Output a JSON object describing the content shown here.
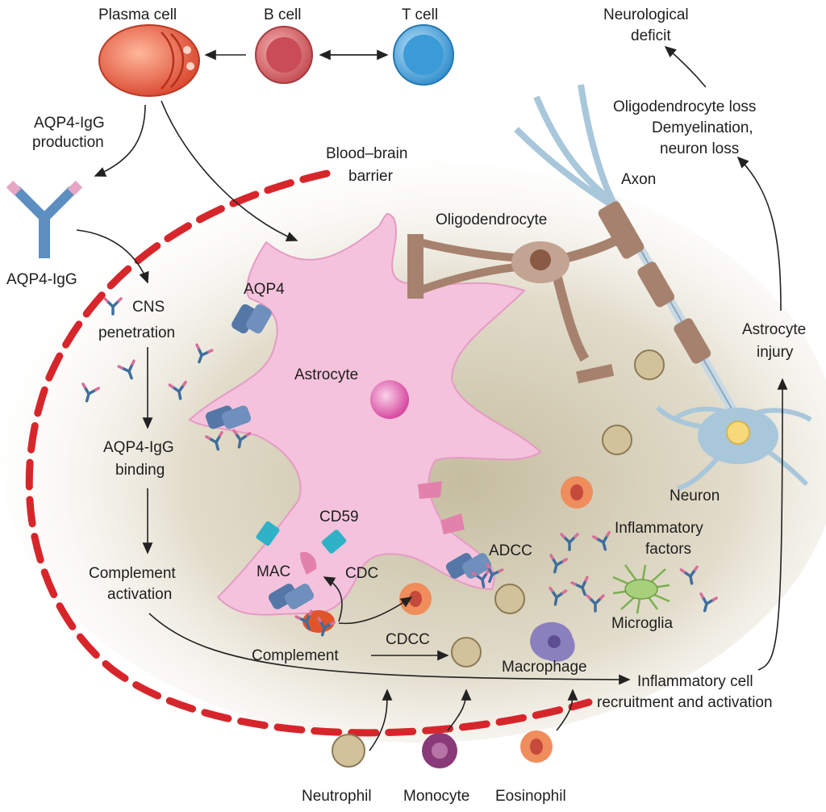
{
  "labels": {
    "plasma_cell": "Plasma cell",
    "b_cell": "B cell",
    "t_cell": "T cell",
    "aqp4_igg_production_1": "AQP4-IgG",
    "aqp4_igg_production_2": "production",
    "aqp4_igg": "AQP4-IgG",
    "cns_penetration_1": "CNS",
    "cns_penetration_2": "penetration",
    "aqp4_igg_binding_1": "AQP4-IgG",
    "aqp4_igg_binding_2": "binding",
    "complement_activation_1": "Complement",
    "complement_activation_2": "activation",
    "blood_brain_barrier_1": "Blood–brain",
    "blood_brain_barrier_2": "barrier",
    "aqp4": "AQP4",
    "astrocyte": "Astrocyte",
    "oligodendrocyte": "Oligodendrocyte",
    "axon": "Axon",
    "neuron": "Neuron",
    "cd59": "CD59",
    "mac": "MAC",
    "cdc": "CDC",
    "adcc": "ADCC",
    "complement": "Complement",
    "cdcc": "CDCC",
    "macrophage": "Macrophage",
    "inflammatory_factors_1": "Inflammatory",
    "inflammatory_factors_2": "factors",
    "microglia": "Microglia",
    "recruitment_1": "Inflammatory cell",
    "recruitment_2": "recruitment and activation",
    "neutrophil": "Neutrophil",
    "monocyte": "Monocyte",
    "eosinophil": "Eosinophil",
    "astrocyte_injury_1": "Astrocyte",
    "astrocyte_injury_2": "injury",
    "loss_1": "Oligodendrocyte loss",
    "loss_2": "Demyelination,",
    "loss_3": "neuron loss",
    "deficit_1": "Neurological",
    "deficit_2": "deficit"
  },
  "colors": {
    "barrier": "#d7262b",
    "astrocyte": "#f4bfd9",
    "oligodendrocyte": "#b08a78",
    "neuron": "#a9c7db",
    "aqp4_channel": "#5577a8",
    "antibody": "#3f6e9c",
    "antibody_tip": "#d76f9a"
  },
  "icons": [
    "plasma-cell-icon",
    "b-cell-icon",
    "t-cell-icon",
    "antibody-icon",
    "aqp4-channel-icon",
    "neutrophil-icon",
    "monocyte-icon",
    "eosinophil-icon",
    "macrophage-icon",
    "microglia-icon"
  ]
}
